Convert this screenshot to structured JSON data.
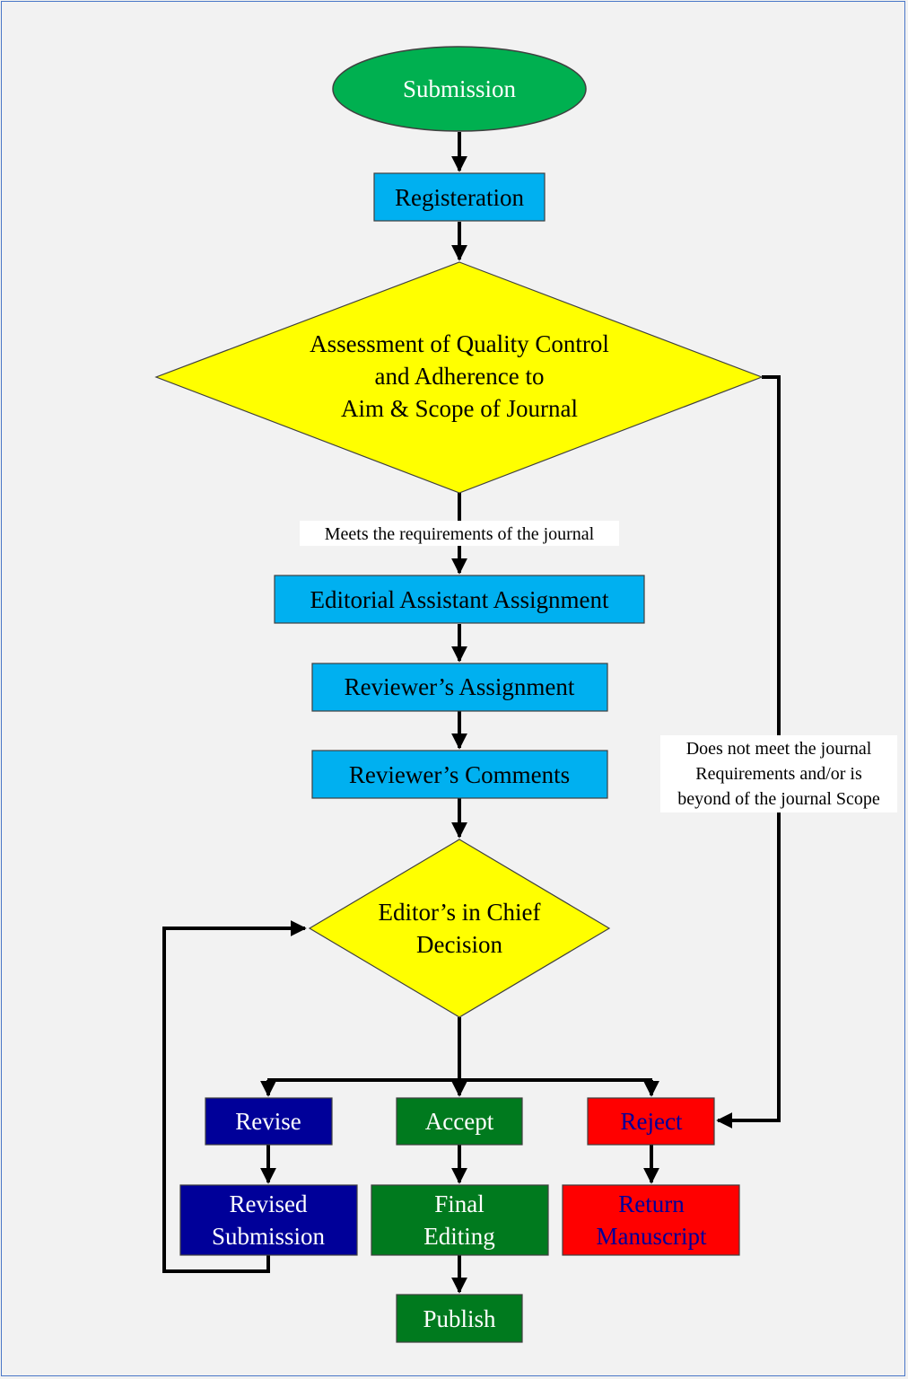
{
  "nodes": {
    "submission": "Submission",
    "registration": "Registeration",
    "assessment": [
      "Assessment of Quality Control",
      "and Adherence to",
      "Aim & Scope of Journal"
    ],
    "editorial_assistant": "Editorial Assistant Assignment",
    "reviewers_assignment": "Reviewer’s Assignment",
    "reviewers_comments": "Reviewer’s Comments",
    "editor_decision": [
      "Editor’s in Chief",
      "Decision"
    ],
    "revise": "Revise",
    "accept": "Accept",
    "reject": "Reject",
    "revised_submission": [
      "Revised",
      "Submission"
    ],
    "final_editing": [
      "Final",
      "Editing"
    ],
    "return_manuscript": [
      "Return",
      "Manuscript"
    ],
    "publish": "Publish"
  },
  "labels": {
    "meets": "Meets the requirements of the journal",
    "not_meet": [
      "Does not meet the journal",
      "Requirements and/or is",
      "beyond of the journal Scope"
    ]
  },
  "colors": {
    "background": "#f2f2f2",
    "frame": "#4a77c8",
    "start_fill": "#00b050",
    "process_fill": "#00b0f0",
    "decision_fill": "#ffff00",
    "revise_fill": "#000099",
    "accept_fill": "#007a1e",
    "reject_fill": "#ff0000"
  }
}
